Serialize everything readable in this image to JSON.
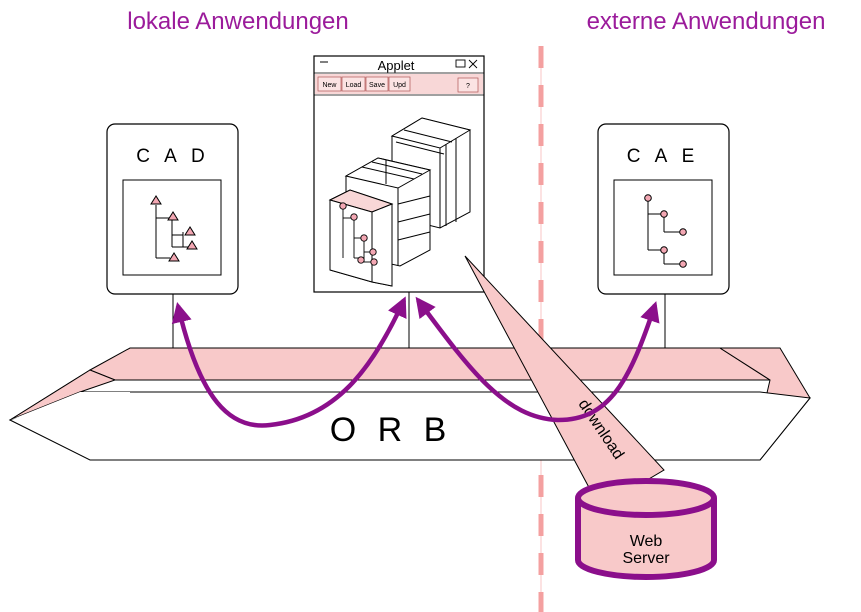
{
  "headings": {
    "local": "lokale Anwendungen",
    "external": "externe Anwendungen"
  },
  "apps": {
    "cad": "C A D",
    "cae": "C A E"
  },
  "applet": {
    "title": "Applet",
    "buttons": [
      "New",
      "Load",
      "Save",
      "Upd"
    ],
    "help": "?"
  },
  "orb": "O R B",
  "download": "download",
  "webserver": {
    "line1": "Web",
    "line2": "Server"
  },
  "colors": {
    "heading": "#9b1b9b",
    "arrow": "#8b0f8b",
    "pink": "#f8c9c9",
    "divider": "#f4a0a0",
    "node": "#f3a7b3"
  }
}
